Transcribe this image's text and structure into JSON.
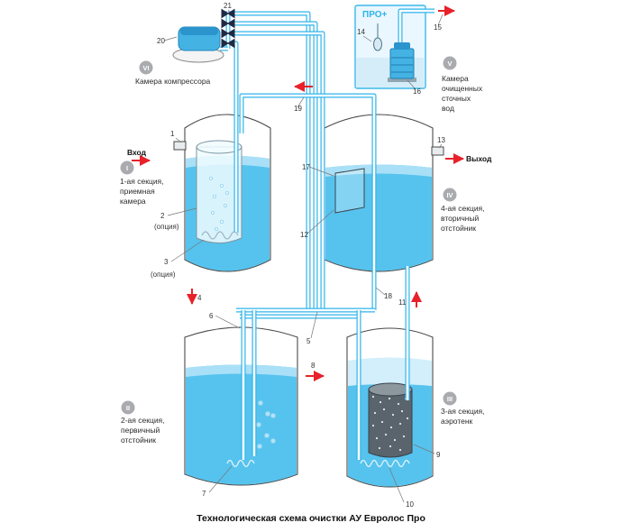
{
  "title": "Технологическая схема очистки АУ Евролос Про",
  "colors": {
    "water": "#56c3ee",
    "water-light": "#a9e0f7",
    "water-pale": "#d2effb",
    "pipe": "#2fb4e9",
    "arrow": "#e8212a",
    "ink": "#2b2b2b",
    "badge": "#a9abae",
    "box-bg": "#eaf7fe",
    "box-border": "#3ab9ea",
    "device-blue": "#45b2e4",
    "device-blue-dark": "#2b94cc",
    "media-dark": "#5a646d",
    "outline": "#4a4a4a"
  },
  "labels": {
    "inlet": "Вход",
    "outlet": "Выход",
    "pro_plus": "ПРО+",
    "option": "(опция)"
  },
  "sections": {
    "s1": {
      "roman": "I",
      "lines": [
        "1-ая секция,",
        "приемная",
        "камера"
      ]
    },
    "s2": {
      "roman": "II",
      "lines": [
        "2-ая секция,",
        "первичный",
        "отстойник"
      ]
    },
    "s3": {
      "roman": "III",
      "lines": [
        "3-ая секция,",
        "аэротенк"
      ]
    },
    "s4": {
      "roman": "IV",
      "lines": [
        "4-ая секция,",
        "вторичный",
        "отстойник"
      ]
    },
    "s5": {
      "roman": "V",
      "lines": [
        "Камера",
        "очищенных",
        "сточных",
        "вод"
      ]
    },
    "s6": {
      "roman": "VI",
      "lines": [
        "Камера компрессора"
      ]
    }
  },
  "part_numbers": {
    "n1": "1",
    "n2": "2",
    "n3": "3",
    "n4": "4",
    "n5": "5",
    "n6": "6",
    "n7": "7",
    "n8": "8",
    "n9": "9",
    "n10": "10",
    "n11": "11",
    "n12": "12",
    "n13": "13",
    "n14": "14",
    "n15": "15",
    "n16": "16",
    "n17": "17",
    "n18": "18",
    "n19": "19",
    "n20": "20",
    "n21": "21"
  }
}
